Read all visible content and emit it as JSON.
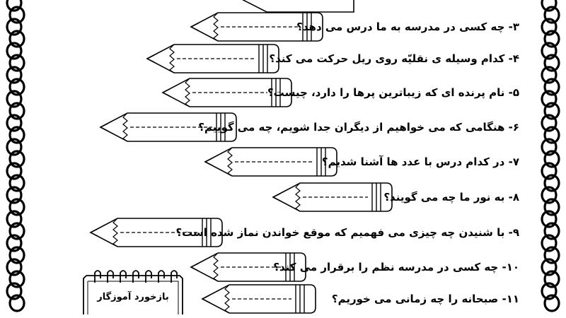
{
  "questions": [
    {
      "text": "۳- چه کسی در مدرسه به ما درس می دهد؟"
    },
    {
      "text": "۴- کدام وسیله ی نقلیّه روی ریل حرکت می کند؟"
    },
    {
      "text": "۵- نام پرنده ای که زیباترین پرها را دارد، چیست؟"
    },
    {
      "text": "۶- هنگامی که می خواهیم از دیگران جدا شویم، چه می گوییم؟"
    },
    {
      "text": "۷- در کدام درس با عدد ها آشنا شدیم؟"
    },
    {
      "text": "۸- به نور ما چه می گویند؟"
    },
    {
      "text": "۹- با شنیدن چه چیزی می فهمیم که موقع خواندن نماز شده است؟"
    },
    {
      "text": "۱۰- چه کسی در مدرسه نظم را برقرار می کند؟"
    },
    {
      "text": "۱۱- صبحانه را چه زمانی می خوریم؟"
    }
  ],
  "feedback": {
    "label": "بازخورد آموزگار"
  },
  "icons": {
    "border": "ring-chain-border",
    "answer": "pencil-answer-box",
    "note": "spiral-notepad-icon"
  },
  "colors": {
    "ink": "#000000",
    "background": "#ffffff"
  }
}
